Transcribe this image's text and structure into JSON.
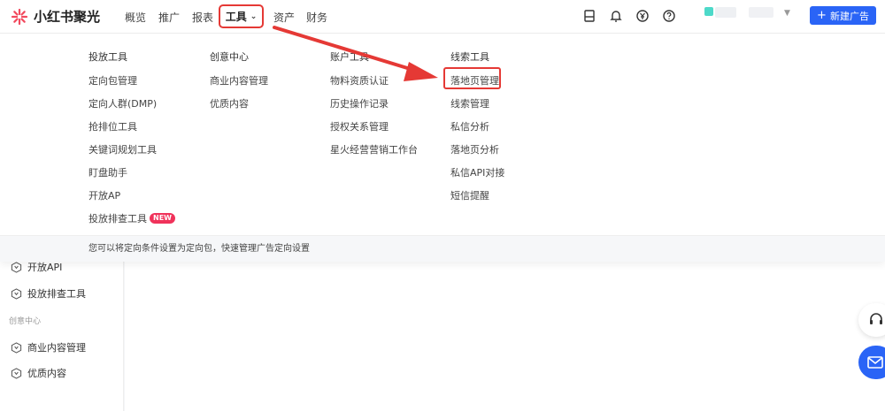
{
  "brand": {
    "name": "小红书聚光"
  },
  "nav": {
    "overview": "概览",
    "promote": "推广",
    "reports": "报表",
    "tools": "工具",
    "assets": "资产",
    "finance": "财务"
  },
  "header": {
    "new_ad": "新建广告"
  },
  "dropdown": {
    "columns": [
      {
        "title": "投放工具",
        "items": [
          "定向包管理",
          "定向人群(DMP)",
          "抢排位工具",
          "关键词规划工具",
          "盯盘助手",
          "开放AP",
          "投放排查工具"
        ]
      },
      {
        "title": "创意中心",
        "items": [
          "商业内容管理",
          "优质内容"
        ]
      },
      {
        "title": "账户工具",
        "items": [
          "物料资质认证",
          "历史操作记录",
          "授权关系管理",
          "星火经营营销工作台"
        ]
      },
      {
        "title": "线索工具",
        "items": [
          "落地页管理",
          "线索管理",
          "私信分析",
          "落地页分析",
          "私信API对接",
          "短信提醒"
        ]
      }
    ],
    "new_badge": "NEW",
    "footer": "您可以将定向条件设置为定向包，快速管理广告定向设置"
  },
  "sidebar": {
    "items": [
      {
        "label": "开放API"
      },
      {
        "label": "投放排查工具"
      },
      {
        "label": "商业内容管理"
      },
      {
        "label": "优质内容"
      }
    ],
    "sections": {
      "creative": "创意中心"
    }
  },
  "colors": {
    "accent": "#2a64f6",
    "annotation": "#e53935",
    "new_badge": "#f0325a"
  }
}
